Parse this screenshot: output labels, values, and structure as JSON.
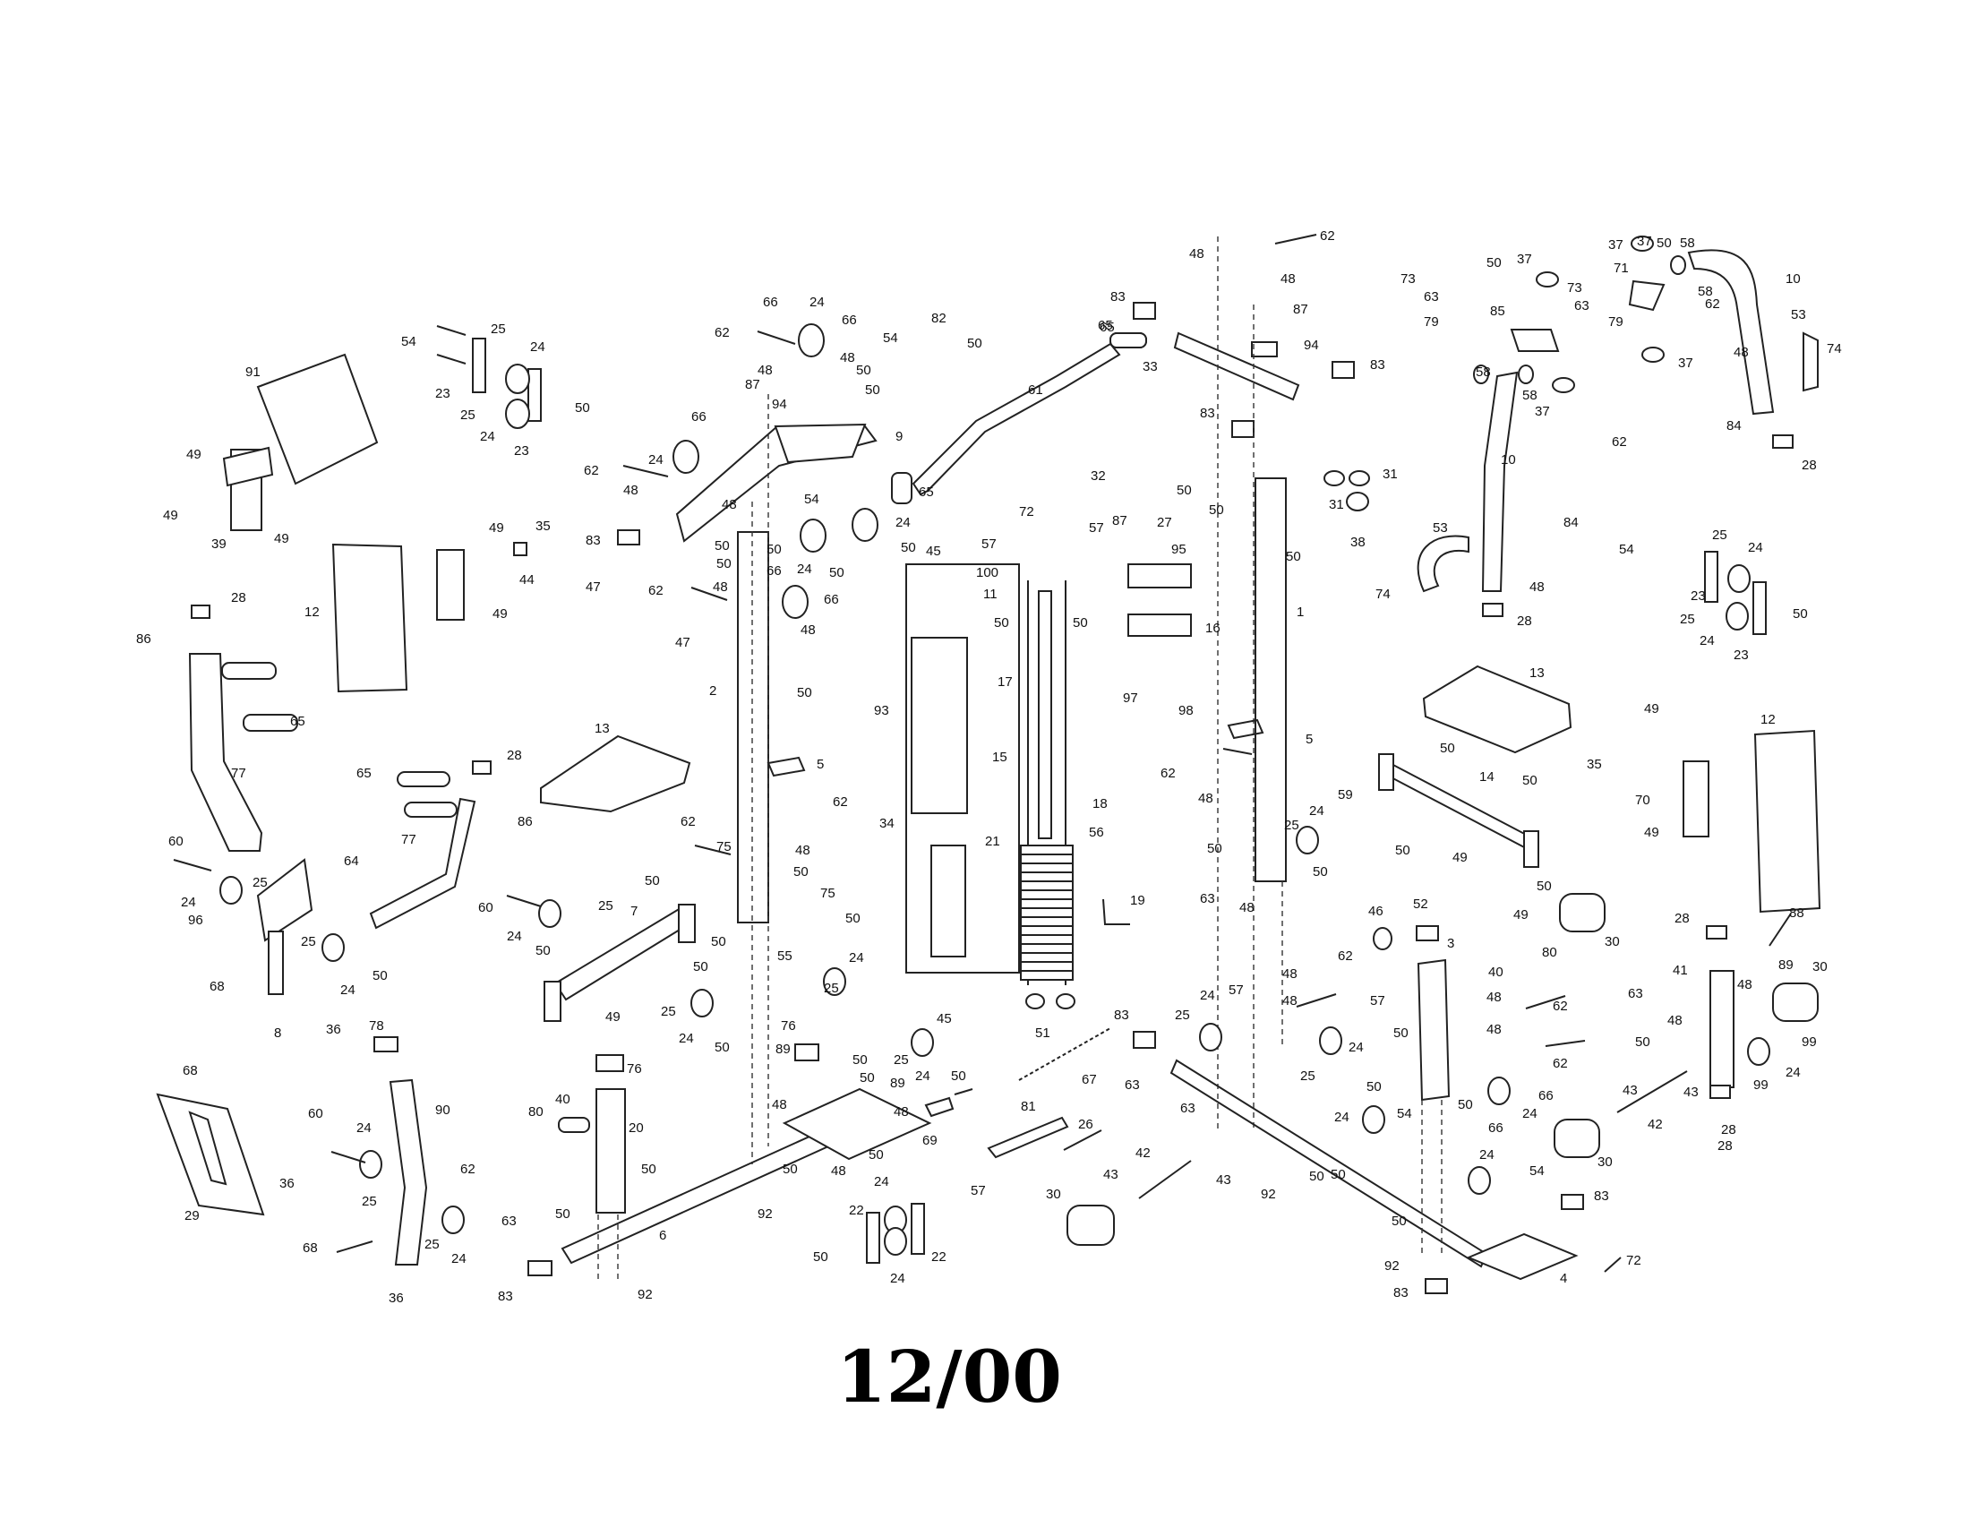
{
  "footer": {
    "date": "12/00"
  },
  "callouts": [
    {
      "id": "c1",
      "text": "54"
    },
    {
      "id": "c2",
      "text": "25"
    },
    {
      "id": "c3",
      "text": "24"
    },
    {
      "id": "c4",
      "text": "23"
    },
    {
      "id": "c5",
      "text": "25"
    },
    {
      "id": "c6",
      "text": "50"
    },
    {
      "id": "c7",
      "text": "24"
    },
    {
      "id": "c8",
      "text": "23"
    },
    {
      "id": "c9",
      "text": "91"
    },
    {
      "id": "c10",
      "text": "49"
    },
    {
      "id": "c11",
      "text": "49"
    },
    {
      "id": "c12",
      "text": "39"
    },
    {
      "id": "c13",
      "text": "49"
    },
    {
      "id": "c14",
      "text": "12"
    },
    {
      "id": "c15",
      "text": "49"
    },
    {
      "id": "c16",
      "text": "35"
    },
    {
      "id": "c17",
      "text": "44"
    },
    {
      "id": "c18",
      "text": "49"
    },
    {
      "id": "c19",
      "text": "28"
    },
    {
      "id": "c20",
      "text": "86"
    },
    {
      "id": "c21",
      "text": "65"
    },
    {
      "id": "c22",
      "text": "77"
    },
    {
      "id": "c23",
      "text": "13"
    },
    {
      "id": "c24",
      "text": "65"
    },
    {
      "id": "c25",
      "text": "28"
    },
    {
      "id": "c26",
      "text": "86"
    },
    {
      "id": "c27",
      "text": "77"
    },
    {
      "id": "c28",
      "text": "60"
    },
    {
      "id": "c29",
      "text": "64"
    },
    {
      "id": "c30",
      "text": "25"
    },
    {
      "id": "c31",
      "text": "24"
    },
    {
      "id": "c32",
      "text": "96"
    },
    {
      "id": "c33",
      "text": "25"
    },
    {
      "id": "c34",
      "text": "24"
    },
    {
      "id": "c35",
      "text": "50"
    },
    {
      "id": "c36",
      "text": "68"
    },
    {
      "id": "c37",
      "text": "8"
    },
    {
      "id": "c38",
      "text": "36"
    },
    {
      "id": "c39",
      "text": "78"
    },
    {
      "id": "c40",
      "text": "68"
    },
    {
      "id": "c41",
      "text": "90"
    },
    {
      "id": "c42",
      "text": "60"
    },
    {
      "id": "c43",
      "text": "24"
    },
    {
      "id": "c44",
      "text": "25"
    },
    {
      "id": "c45",
      "text": "29"
    },
    {
      "id": "c46",
      "text": "36"
    },
    {
      "id": "c47",
      "text": "25"
    },
    {
      "id": "c48",
      "text": "24"
    },
    {
      "id": "c49",
      "text": "63"
    },
    {
      "id": "c50",
      "text": "68"
    },
    {
      "id": "c51",
      "text": "36"
    },
    {
      "id": "c52",
      "text": "66"
    },
    {
      "id": "c53",
      "text": "24"
    },
    {
      "id": "c54",
      "text": "66"
    },
    {
      "id": "c55",
      "text": "62"
    },
    {
      "id": "c56",
      "text": "48"
    },
    {
      "id": "c57",
      "text": "48"
    },
    {
      "id": "c58",
      "text": "50"
    },
    {
      "id": "c59",
      "text": "54"
    },
    {
      "id": "c60",
      "text": "82"
    },
    {
      "id": "c61",
      "text": "50"
    },
    {
      "id": "c62",
      "text": "50"
    },
    {
      "id": "c63",
      "text": "87"
    },
    {
      "id": "c64",
      "text": "94"
    },
    {
      "id": "c65",
      "text": "9"
    },
    {
      "id": "c66",
      "text": "66"
    },
    {
      "id": "c67",
      "text": "24"
    },
    {
      "id": "c68",
      "text": "62"
    },
    {
      "id": "c69",
      "text": "48"
    },
    {
      "id": "c70",
      "text": "83"
    },
    {
      "id": "c71",
      "text": "48"
    },
    {
      "id": "c72",
      "text": "50"
    },
    {
      "id": "c73",
      "text": "50"
    },
    {
      "id": "c74",
      "text": "54"
    },
    {
      "id": "c75",
      "text": "24"
    },
    {
      "id": "c76",
      "text": "50"
    },
    {
      "id": "c77",
      "text": "50"
    },
    {
      "id": "c78",
      "text": "24"
    },
    {
      "id": "c79",
      "text": "50"
    },
    {
      "id": "c80",
      "text": "47"
    },
    {
      "id": "c81",
      "text": "62"
    },
    {
      "id": "c82",
      "text": "48"
    },
    {
      "id": "c83",
      "text": "66"
    },
    {
      "id": "c84",
      "text": "66"
    },
    {
      "id": "c85",
      "text": "47"
    },
    {
      "id": "c86",
      "text": "48"
    },
    {
      "id": "c87",
      "text": "2"
    },
    {
      "id": "c88",
      "text": "50"
    },
    {
      "id": "c89",
      "text": "5"
    },
    {
      "id": "c90",
      "text": "62"
    },
    {
      "id": "c91",
      "text": "48"
    },
    {
      "id": "c92",
      "text": "62"
    },
    {
      "id": "c93",
      "text": "75"
    },
    {
      "id": "c94",
      "text": "50"
    },
    {
      "id": "c95",
      "text": "75"
    },
    {
      "id": "c96",
      "text": "50"
    },
    {
      "id": "c97",
      "text": "50"
    },
    {
      "id": "c98",
      "text": "60"
    },
    {
      "id": "c99",
      "text": "24"
    },
    {
      "id": "c100",
      "text": "25"
    },
    {
      "id": "c101",
      "text": "50"
    },
    {
      "id": "c102",
      "text": "7"
    },
    {
      "id": "c103",
      "text": "50"
    },
    {
      "id": "c104",
      "text": "25"
    },
    {
      "id": "c105",
      "text": "24"
    },
    {
      "id": "c106",
      "text": "50"
    },
    {
      "id": "c107",
      "text": "49"
    },
    {
      "id": "c108",
      "text": "50"
    },
    {
      "id": "c109",
      "text": "55"
    },
    {
      "id": "c110",
      "text": "24"
    },
    {
      "id": "c111",
      "text": "25"
    },
    {
      "id": "c112",
      "text": "76"
    },
    {
      "id": "c113",
      "text": "89"
    },
    {
      "id": "c114",
      "text": "50"
    },
    {
      "id": "c115",
      "text": "25"
    },
    {
      "id": "c116",
      "text": "24"
    },
    {
      "id": "c117",
      "text": "50"
    },
    {
      "id": "c118",
      "text": "50"
    },
    {
      "id": "c119",
      "text": "89"
    },
    {
      "id": "c120",
      "text": "76"
    },
    {
      "id": "c121",
      "text": "48"
    },
    {
      "id": "c122",
      "text": "48"
    },
    {
      "id": "c123",
      "text": "80"
    },
    {
      "id": "c124",
      "text": "40"
    },
    {
      "id": "c125",
      "text": "62"
    },
    {
      "id": "c126",
      "text": "20"
    },
    {
      "id": "c127",
      "text": "50"
    },
    {
      "id": "c128",
      "text": "50"
    },
    {
      "id": "c129",
      "text": "6"
    },
    {
      "id": "c130",
      "text": "69"
    },
    {
      "id": "c131",
      "text": "50"
    },
    {
      "id": "c132",
      "text": "48"
    },
    {
      "id": "c133",
      "text": "50"
    },
    {
      "id": "c134",
      "text": "92"
    },
    {
      "id": "c135",
      "text": "83"
    },
    {
      "id": "c136",
      "text": "92"
    },
    {
      "id": "c137",
      "text": "24"
    },
    {
      "id": "c138",
      "text": "22"
    },
    {
      "id": "c139",
      "text": "57"
    },
    {
      "id": "c140",
      "text": "50"
    },
    {
      "id": "c141",
      "text": "22"
    },
    {
      "id": "c142",
      "text": "24"
    },
    {
      "id": "c143",
      "text": "61"
    },
    {
      "id": "c144",
      "text": "65"
    },
    {
      "id": "c145",
      "text": "65"
    },
    {
      "id": "c146",
      "text": "45"
    },
    {
      "id": "c147",
      "text": "93"
    },
    {
      "id": "c148",
      "text": "34"
    },
    {
      "id": "c149",
      "text": "45"
    },
    {
      "id": "c150",
      "text": "72"
    },
    {
      "id": "c151",
      "text": "57"
    },
    {
      "id": "c152",
      "text": "57"
    },
    {
      "id": "c153",
      "text": "100"
    },
    {
      "id": "c154",
      "text": "11"
    },
    {
      "id": "c155",
      "text": "50"
    },
    {
      "id": "c156",
      "text": "50"
    },
    {
      "id": "c157",
      "text": "17"
    },
    {
      "id": "c158",
      "text": "15"
    },
    {
      "id": "c159",
      "text": "18"
    },
    {
      "id": "c160",
      "text": "21"
    },
    {
      "id": "c161",
      "text": "56"
    },
    {
      "id": "c162",
      "text": "19"
    },
    {
      "id": "c163",
      "text": "51"
    },
    {
      "id": "c164",
      "text": "67"
    },
    {
      "id": "c165",
      "text": "81"
    },
    {
      "id": "c166",
      "text": "26"
    },
    {
      "id": "c167",
      "text": "30"
    },
    {
      "id": "c168",
      "text": "43"
    },
    {
      "id": "c169",
      "text": "42"
    },
    {
      "id": "c170",
      "text": "32"
    },
    {
      "id": "c171",
      "text": "50"
    },
    {
      "id": "c172",
      "text": "87"
    },
    {
      "id": "c173",
      "text": "27"
    },
    {
      "id": "c174",
      "text": "95"
    },
    {
      "id": "c175",
      "text": "16"
    },
    {
      "id": "c176",
      "text": "97"
    },
    {
      "id": "c177",
      "text": "98"
    },
    {
      "id": "c178",
      "text": "62"
    },
    {
      "id": "c179",
      "text": "48"
    },
    {
      "id": "c180",
      "text": "48"
    },
    {
      "id": "c181",
      "text": "83"
    },
    {
      "id": "c182",
      "text": "87"
    },
    {
      "id": "c183",
      "text": "94"
    },
    {
      "id": "c184",
      "text": "65"
    },
    {
      "id": "c185",
      "text": "33"
    },
    {
      "id": "c186",
      "text": "83"
    },
    {
      "id": "c187",
      "text": "83"
    },
    {
      "id": "c188",
      "text": "31"
    },
    {
      "id": "c189",
      "text": "31"
    },
    {
      "id": "c190",
      "text": "38"
    },
    {
      "id": "c191",
      "text": "50"
    },
    {
      "id": "c192",
      "text": "50"
    },
    {
      "id": "c193",
      "text": "1"
    },
    {
      "id": "c194",
      "text": "5"
    },
    {
      "id": "c195",
      "text": "62"
    },
    {
      "id": "c196",
      "text": "48"
    },
    {
      "id": "c197",
      "text": "24"
    },
    {
      "id": "c198",
      "text": "59"
    },
    {
      "id": "c199",
      "text": "25"
    },
    {
      "id": "c200",
      "text": "50"
    },
    {
      "id": "c201",
      "text": "50"
    },
    {
      "id": "c202",
      "text": "63"
    },
    {
      "id": "c203",
      "text": "48"
    },
    {
      "id": "c204",
      "text": "48"
    },
    {
      "id": "c205",
      "text": "62"
    },
    {
      "id": "c206",
      "text": "48"
    },
    {
      "id": "c207",
      "text": "57"
    },
    {
      "id": "c208",
      "text": "83"
    },
    {
      "id": "c209",
      "text": "25"
    },
    {
      "id": "c210",
      "text": "24"
    },
    {
      "id": "c211",
      "text": "57"
    },
    {
      "id": "c212",
      "text": "24"
    },
    {
      "id": "c213",
      "text": "25"
    },
    {
      "id": "c214",
      "text": "63"
    },
    {
      "id": "c215",
      "text": "63"
    },
    {
      "id": "c216",
      "text": "43"
    },
    {
      "id": "c217",
      "text": "92"
    },
    {
      "id": "c218",
      "text": "50"
    },
    {
      "id": "c219",
      "text": "50"
    },
    {
      "id": "c220",
      "text": "37"
    },
    {
      "id": "c221",
      "text": "85"
    },
    {
      "id": "c222",
      "text": "73"
    },
    {
      "id": "c223",
      "text": "63"
    },
    {
      "id": "c224",
      "text": "79"
    },
    {
      "id": "c225",
      "text": "37"
    },
    {
      "id": "c226",
      "text": "73"
    },
    {
      "id": "c227",
      "text": "63"
    },
    {
      "id": "c228",
      "text": "79"
    },
    {
      "id": "c229",
      "text": "37"
    },
    {
      "id": "c230",
      "text": "50"
    },
    {
      "id": "c231",
      "text": "58"
    },
    {
      "id": "c232",
      "text": "71"
    },
    {
      "id": "c233",
      "text": "58"
    },
    {
      "id": "c234",
      "text": "62"
    },
    {
      "id": "c235",
      "text": "10"
    },
    {
      "id": "c236",
      "text": "53"
    },
    {
      "id": "c237",
      "text": "74"
    },
    {
      "id": "c238",
      "text": "48"
    },
    {
      "id": "c239",
      "text": "84"
    },
    {
      "id": "c240",
      "text": "37"
    },
    {
      "id": "c241",
      "text": "28"
    },
    {
      "id": "c242",
      "text": "58"
    },
    {
      "id": "c243",
      "text": "58"
    },
    {
      "id": "c244",
      "text": "37"
    },
    {
      "id": "c245",
      "text": "62"
    },
    {
      "id": "c246",
      "text": "10"
    },
    {
      "id": "c247",
      "text": "53"
    },
    {
      "id": "c248",
      "text": "74"
    },
    {
      "id": "c249",
      "text": "84"
    },
    {
      "id": "c250",
      "text": "48"
    },
    {
      "id": "c251",
      "text": "28"
    },
    {
      "id": "c252",
      "text": "54"
    },
    {
      "id": "c253",
      "text": "25"
    },
    {
      "id": "c254",
      "text": "24"
    },
    {
      "id": "c255",
      "text": "23"
    },
    {
      "id": "c256",
      "text": "25"
    },
    {
      "id": "c257",
      "text": "24"
    },
    {
      "id": "c258",
      "text": "23"
    },
    {
      "id": "c259",
      "text": "50"
    },
    {
      "id": "c260",
      "text": "13"
    },
    {
      "id": "c261",
      "text": "12"
    },
    {
      "id": "c262",
      "text": "49"
    },
    {
      "id": "c263",
      "text": "35"
    },
    {
      "id": "c264",
      "text": "70"
    },
    {
      "id": "c265",
      "text": "49"
    },
    {
      "id": "c266",
      "text": "50"
    },
    {
      "id": "c267",
      "text": "14"
    },
    {
      "id": "c268",
      "text": "50"
    },
    {
      "id": "c269",
      "text": "50"
    },
    {
      "id": "c270",
      "text": "49"
    },
    {
      "id": "c271",
      "text": "50"
    },
    {
      "id": "c272",
      "text": "49"
    },
    {
      "id": "c273",
      "text": "46"
    },
    {
      "id": "c274",
      "text": "52"
    },
    {
      "id": "c275",
      "text": "3"
    },
    {
      "id": "c276",
      "text": "40"
    },
    {
      "id": "c277",
      "text": "80"
    },
    {
      "id": "c278",
      "text": "30"
    },
    {
      "id": "c279",
      "text": "48"
    },
    {
      "id": "c280",
      "text": "62"
    },
    {
      "id": "c281",
      "text": "48"
    },
    {
      "id": "c282",
      "text": "50"
    },
    {
      "id": "c283",
      "text": "50"
    },
    {
      "id": "c284",
      "text": "62"
    },
    {
      "id": "c285",
      "text": "66"
    },
    {
      "id": "c286",
      "text": "50"
    },
    {
      "id": "c287",
      "text": "24"
    },
    {
      "id": "c288",
      "text": "66"
    },
    {
      "id": "c289",
      "text": "24"
    },
    {
      "id": "c290",
      "text": "54"
    },
    {
      "id": "c291",
      "text": "50"
    },
    {
      "id": "c292",
      "text": "24"
    },
    {
      "id": "c293",
      "text": "54"
    },
    {
      "id": "c294",
      "text": "50"
    },
    {
      "id": "c295",
      "text": "83"
    },
    {
      "id": "c296",
      "text": "92"
    },
    {
      "id": "c297",
      "text": "83"
    },
    {
      "id": "c298",
      "text": "4"
    },
    {
      "id": "c299",
      "text": "72"
    },
    {
      "id": "c300",
      "text": "43"
    },
    {
      "id": "c301",
      "text": "30"
    },
    {
      "id": "c302",
      "text": "42"
    },
    {
      "id": "c303",
      "text": "43"
    },
    {
      "id": "c304",
      "text": "28"
    },
    {
      "id": "c305",
      "text": "28"
    },
    {
      "id": "c306",
      "text": "88"
    },
    {
      "id": "c307",
      "text": "41"
    },
    {
      "id": "c308",
      "text": "63"
    },
    {
      "id": "c309",
      "text": "48"
    },
    {
      "id": "c310",
      "text": "50"
    },
    {
      "id": "c311",
      "text": "48"
    },
    {
      "id": "c312",
      "text": "89"
    },
    {
      "id": "c313",
      "text": "30"
    },
    {
      "id": "c314",
      "text": "99"
    },
    {
      "id": "c315",
      "text": "99"
    },
    {
      "id": "c316",
      "text": "24"
    },
    {
      "id": "c317",
      "text": "28"
    }
  ]
}
